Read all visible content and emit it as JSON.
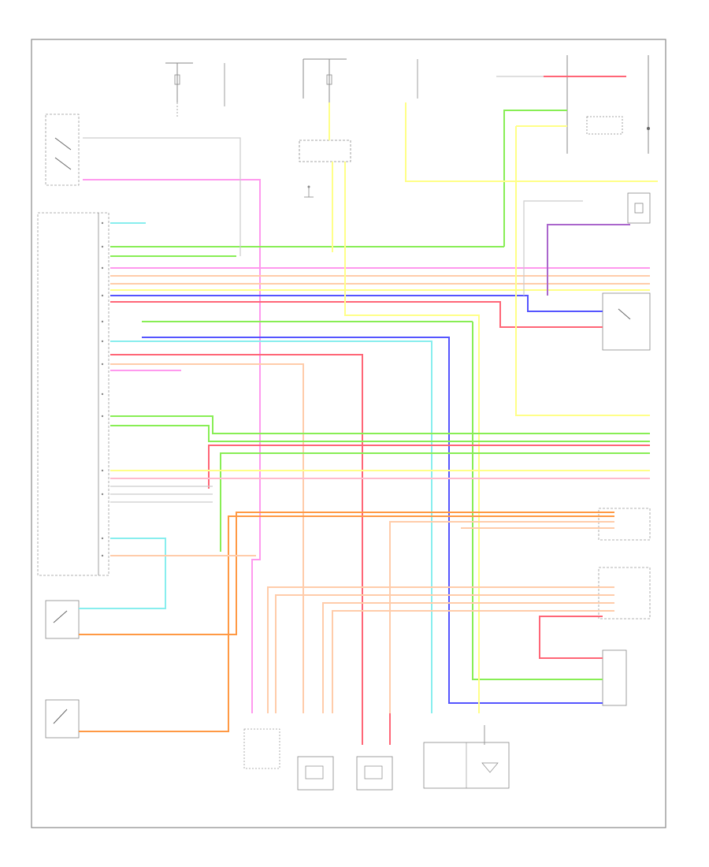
{
  "diagram": {
    "footer_code": "",
    "components": [
      {
        "id": "hot-fuse",
        "label": ""
      },
      {
        "id": "climate-control-unit",
        "label": ""
      },
      {
        "id": "relay-box",
        "label": ""
      },
      {
        "id": "ac-compressor-clutch",
        "label": ""
      },
      {
        "id": "ac-pressure-switch",
        "label": ""
      },
      {
        "id": "recirc-motor",
        "label": ""
      },
      {
        "id": "ambient-sensor",
        "label": ""
      },
      {
        "id": "evaporator-sensor",
        "label": ""
      },
      {
        "id": "humidity-sensor",
        "label": ""
      },
      {
        "id": "sunlight-sensor",
        "label": ""
      },
      {
        "id": "in-car-sensor",
        "label": ""
      }
    ],
    "wire_colors": {
      "pink": "#ff99ee",
      "cyan": "#88eeee",
      "green": "#88ee55",
      "yellow": "#ffff88",
      "blue": "#5555ff",
      "red": "#ff6677",
      "orange": "#ff9944",
      "peach": "#ffccaa",
      "gray": "#bbbbbb",
      "purple": "#aa66cc",
      "light-pink": "#ffbbcc"
    }
  }
}
